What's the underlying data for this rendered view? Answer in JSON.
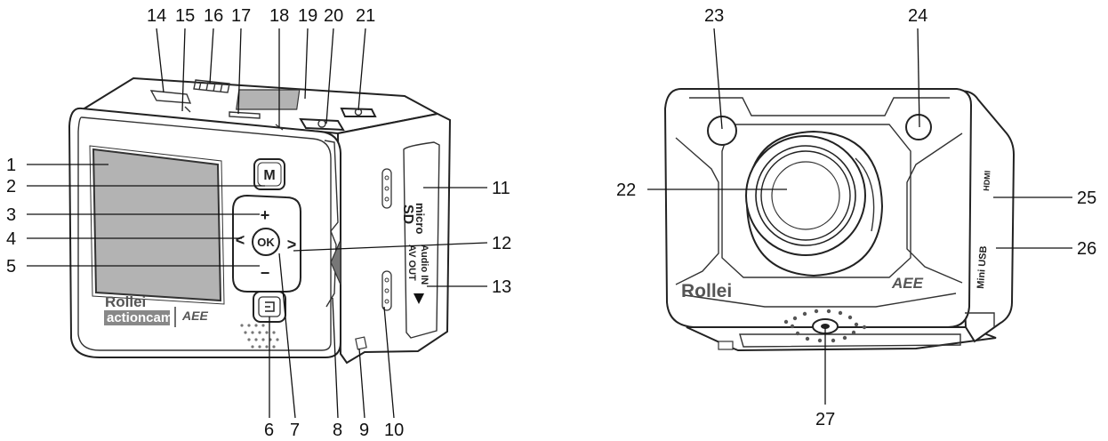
{
  "diagram": {
    "callouts": [
      "1",
      "2",
      "3",
      "4",
      "5",
      "6",
      "7",
      "8",
      "9",
      "10",
      "11",
      "12",
      "13",
      "14",
      "15",
      "16",
      "17",
      "18",
      "19",
      "20",
      "21",
      "22",
      "23",
      "24",
      "25",
      "26",
      "27"
    ],
    "left_camera": {
      "brand_line1": "Rollei",
      "brand_line2": "actioncam",
      "maker_logo": "AEE",
      "buttons": {
        "mode": "M",
        "ok": "OK",
        "plus": "+",
        "minus": "−",
        "left": "<",
        "right": ">"
      },
      "side_labels": {
        "card_line1": "micro",
        "card_line2": "SD",
        "audio_line1": "Audio IN",
        "audio_line2": "AV OUT"
      }
    },
    "right_camera": {
      "brand": "Rollei",
      "maker_logo": "AEE",
      "side_labels": {
        "usb": "Mini USB",
        "hdmi": "HDMI"
      }
    }
  }
}
